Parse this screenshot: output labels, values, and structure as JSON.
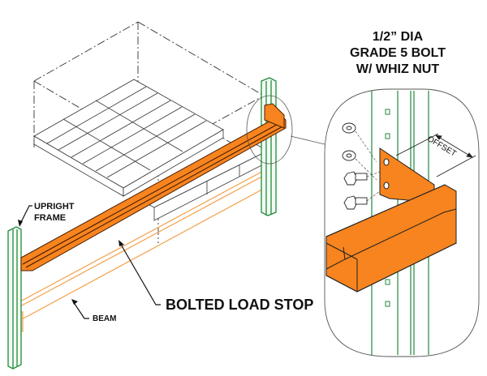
{
  "diagram": {
    "title_lines": [
      "1/2” DIA",
      "GRADE 5 BOLT",
      "W/ WHIZ NUT"
    ],
    "labels": {
      "upright_frame": [
        "UPRIGHT",
        "FRAME"
      ],
      "beam": "BEAM",
      "load_stop": "BOLTED LOAD STOP",
      "offset": "OFFSET"
    },
    "colors": {
      "load_stop": "#f7841e",
      "load_stop_dark": "#7a3a08",
      "upright": "#1f8a3a",
      "beam": "#f2a04a",
      "line": "#222222"
    }
  }
}
